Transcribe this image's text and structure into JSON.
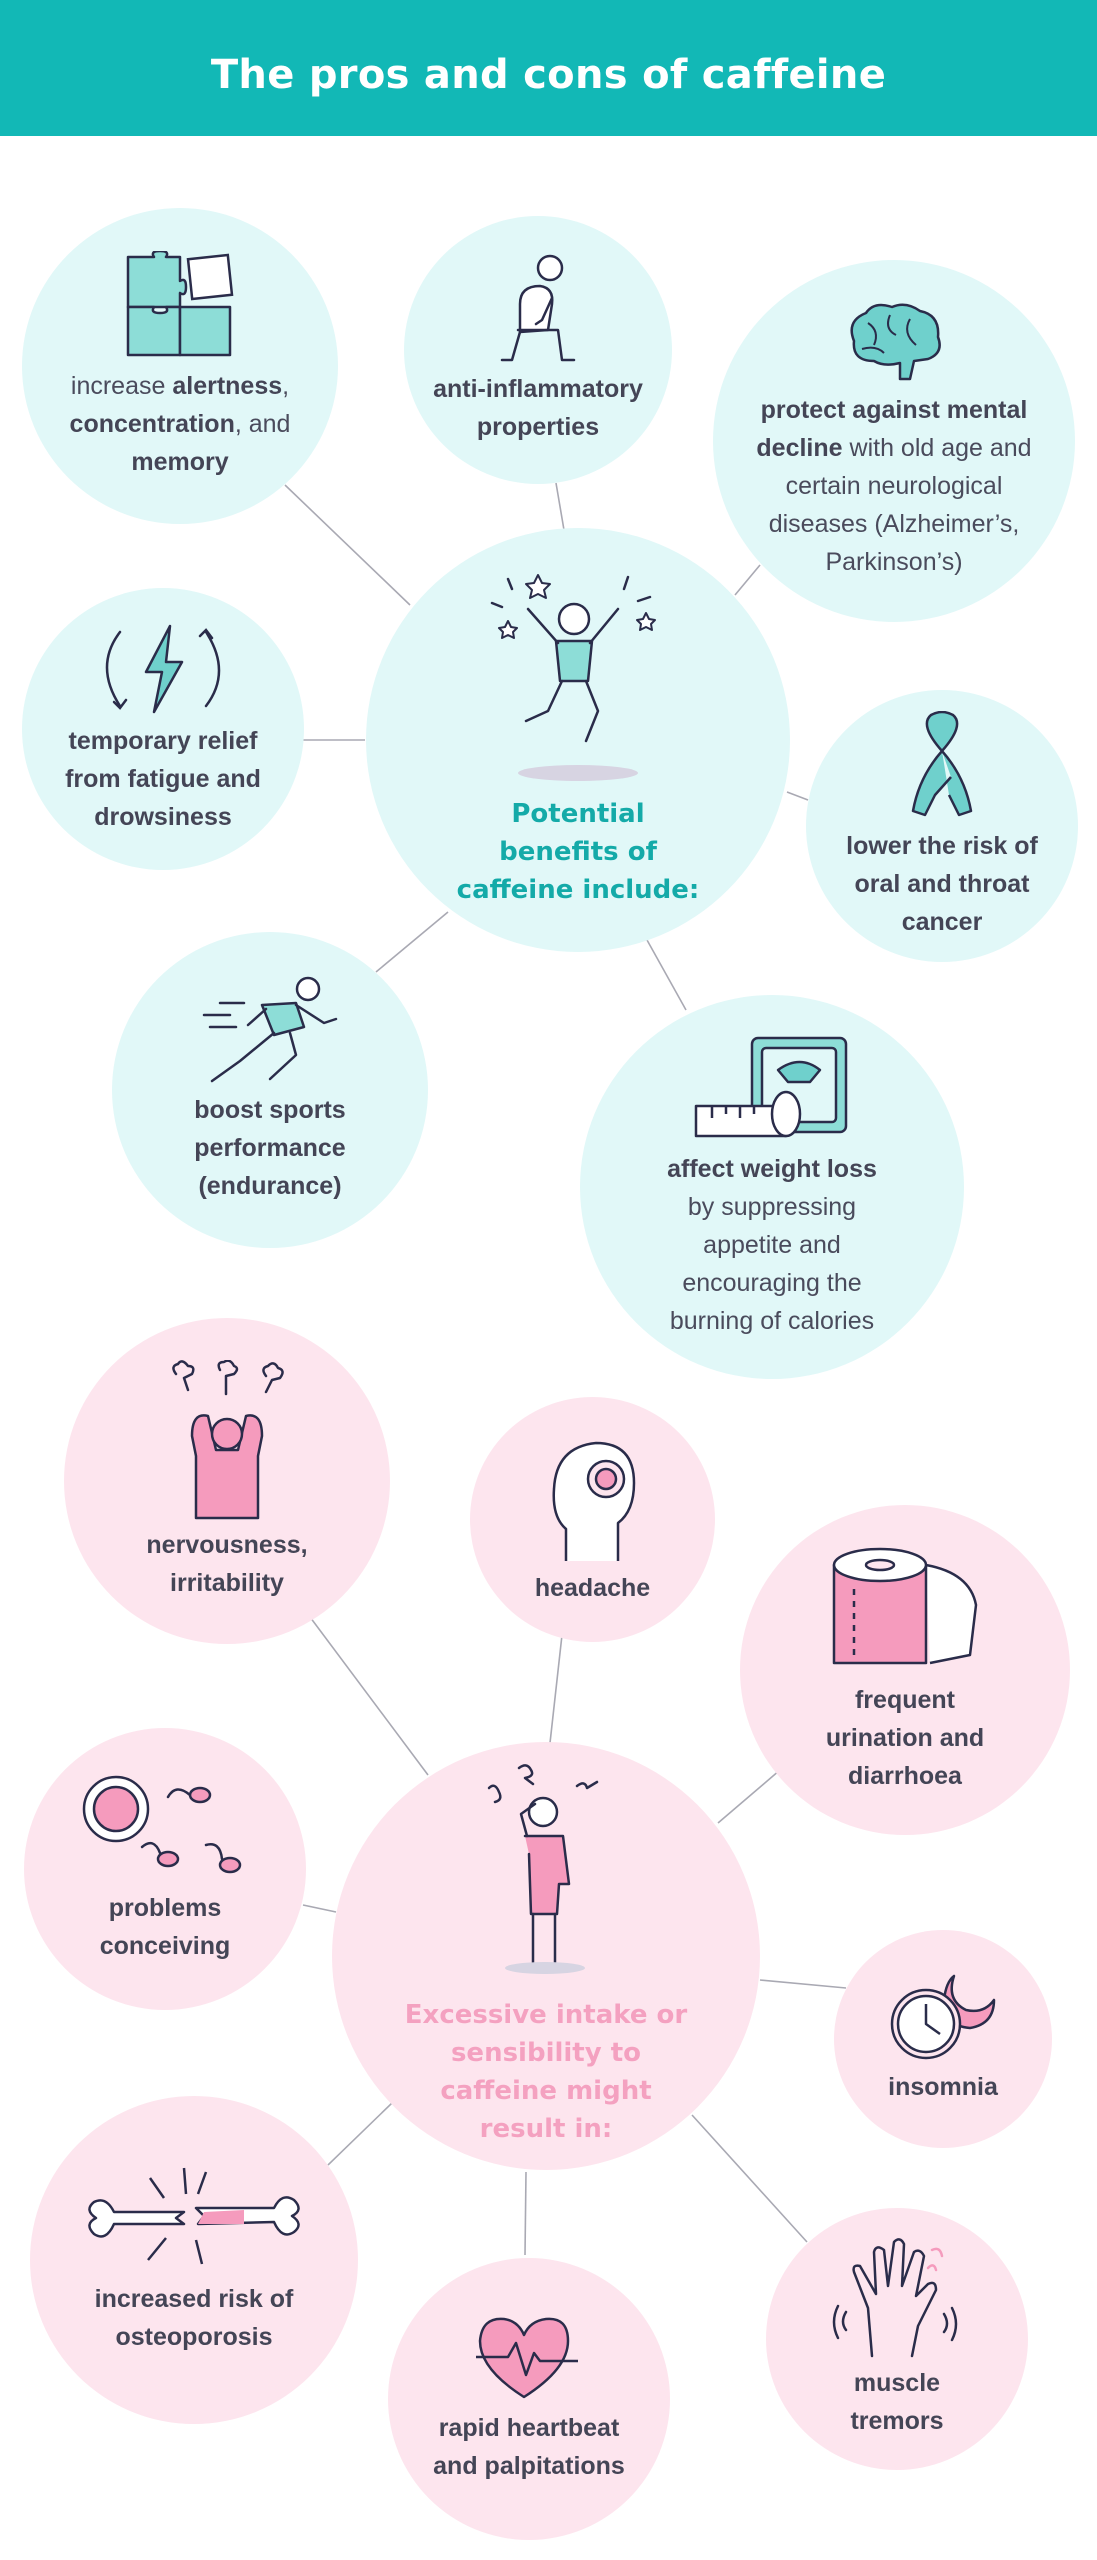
{
  "title": "The pros and cons of caffeine",
  "benefits": {
    "title": "Potential benefits of caffeine include:",
    "alertness": {
      "pre": "increase ",
      "b1": "alertness",
      "m1": ",",
      "b2": "concentration",
      "m2": ", and",
      "b3": "memory"
    },
    "anti_inflammatory": {
      "line1": "anti-inflammatory",
      "line2": "properties"
    },
    "mental": {
      "b1": "protect against mental",
      "b2": "decline",
      "t1": " with old age and",
      "t2": "certain neurological",
      "t3": "diseases (Alzheimer’s,",
      "t4": "Parkinson’s)"
    },
    "fatigue": {
      "line1": "temporary relief",
      "line2": "from fatigue and",
      "line3": "drowsiness"
    },
    "cancer": {
      "line1": "lower the risk of",
      "line2": "oral and throat",
      "line3": "cancer"
    },
    "sports": {
      "line1": "boost sports",
      "line2": "performance",
      "line3": "(endurance)"
    },
    "weight": {
      "b1": "affect weight loss",
      "t1": "by suppressing",
      "t2": "appetite and",
      "t3": "encouraging the",
      "t4": "burning of calories"
    }
  },
  "risks": {
    "title": "Excessive intake or sensibility to caffeine might result in:",
    "nervousness": {
      "line1": "nervousness,",
      "line2": "irritability"
    },
    "headache": {
      "line1": "headache"
    },
    "urination": {
      "line1": "frequent",
      "line2": "urination and",
      "line3": "diarrhoea"
    },
    "conceiving": {
      "line1": "problems",
      "line2": "conceiving"
    },
    "insomnia": {
      "line1": "insomnia"
    },
    "osteoporosis": {
      "line1": "increased risk of",
      "line2": "osteoporosis"
    },
    "heartbeat": {
      "line1": "rapid heartbeat",
      "line2": "and palpitations"
    },
    "tremors": {
      "line1": "muscle",
      "line2": "tremors"
    }
  },
  "colors": {
    "header": "#12b8b6",
    "teal_circle": "#e1f8f8",
    "pink_circle": "#fde5ee",
    "teal_accent": "#14aaa8",
    "pink_accent": "#f4a1c0",
    "text": "#4a4b5c"
  },
  "icons": [
    "puzzle-icon",
    "sitting-person-icon",
    "brain-icon",
    "lightning-icon",
    "jumping-person-icon",
    "ribbon-icon",
    "running-person-icon",
    "scale-tape-icon",
    "frustrated-person-icon",
    "head-pain-icon",
    "toilet-paper-icon",
    "egg-sperm-icon",
    "confused-person-icon",
    "clock-moon-icon",
    "broken-bone-icon",
    "heart-pulse-icon",
    "shaking-hand-icon"
  ]
}
